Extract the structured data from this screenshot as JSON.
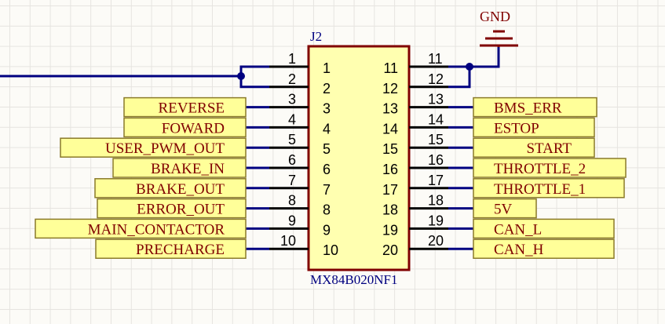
{
  "component": {
    "designator": "J2",
    "part_number": "MX84B020NF1"
  },
  "power_port": {
    "label": "GND"
  },
  "left_pins": [
    {
      "num": "1",
      "net": ""
    },
    {
      "num": "2",
      "net": ""
    },
    {
      "num": "3",
      "net": "REVERSE"
    },
    {
      "num": "4",
      "net": "FOWARD"
    },
    {
      "num": "5",
      "net": "USER_PWM_OUT"
    },
    {
      "num": "6",
      "net": "BRAKE_IN"
    },
    {
      "num": "7",
      "net": "BRAKE_OUT"
    },
    {
      "num": "8",
      "net": "ERROR_OUT"
    },
    {
      "num": "9",
      "net": "MAIN_CONTACTOR"
    },
    {
      "num": "10",
      "net": "PRECHARGE"
    }
  ],
  "right_pins": [
    {
      "num": "11",
      "net": ""
    },
    {
      "num": "12",
      "net": ""
    },
    {
      "num": "13",
      "net": "BMS_ERR"
    },
    {
      "num": "14",
      "net": "ESTOP"
    },
    {
      "num": "15",
      "net": "START"
    },
    {
      "num": "16",
      "net": "THROTTLE_2"
    },
    {
      "num": "17",
      "net": "THROTTLE_1"
    },
    {
      "num": "18",
      "net": "5V"
    },
    {
      "num": "19",
      "net": "CAN_L"
    },
    {
      "num": "20",
      "net": "CAN_H"
    }
  ],
  "colors": {
    "wire": "#000080",
    "body_fill": "#ffffb0",
    "body_stroke": "#800000",
    "label_fill": "#ffff99",
    "label_text": "#800000",
    "designator": "#000080"
  }
}
